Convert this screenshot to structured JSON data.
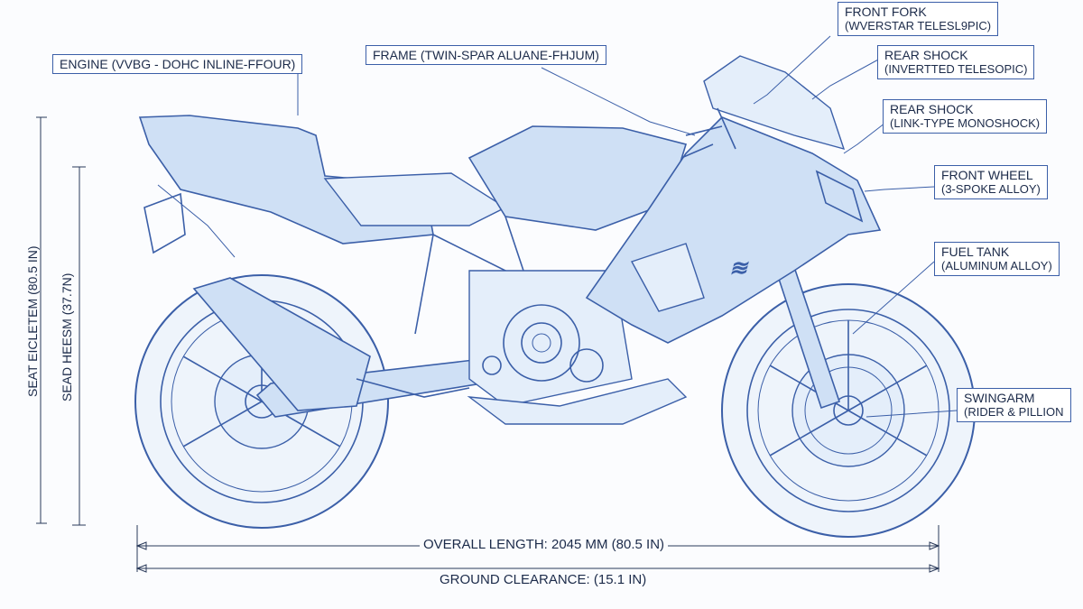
{
  "callouts": {
    "engine": "ENGINE (VVBG - DOHC INLINE-FFOUR)",
    "frame": "FRAME (TWIN-SPAR ALUANE-FHJUM)",
    "front_fork": {
      "title": "FRONT FORK",
      "sub": "(WVERSTAR TELESL9PIC)"
    },
    "rear_shock_1": {
      "title": "REAR SHOCK",
      "sub": "(INVERTTED TELESOPIC)"
    },
    "rear_shock_2": {
      "title": "REAR SHOCK",
      "sub": "(LINK-TYPE MONOSHOCK)"
    },
    "front_wheel": {
      "title": "FRONT WHEEL",
      "sub": "(3-SPOKE ALLOY)"
    },
    "fuel_tank": {
      "title": "FUEL TANK",
      "sub": "(ALUMINUM ALLOY)"
    },
    "swingarm": {
      "title": "SWINGARM",
      "sub": "(RIDER & PILLION"
    }
  },
  "dimensions": {
    "overall_length": "OVERALL LENGTH: 2045 MM (80.5 IN)",
    "ground_clearance": "GROUND CLEARANCE: (15.1 IN)",
    "seat_height_1": "SEAT EICLETEM (80.5 IN)",
    "seat_height_2": "SEAD HEESM (37.7N)"
  },
  "colors": {
    "line": "#3b5fa8",
    "fill": "#cfe0f5",
    "fill_light": "#e4eefa",
    "text": "#1c2b4a"
  }
}
